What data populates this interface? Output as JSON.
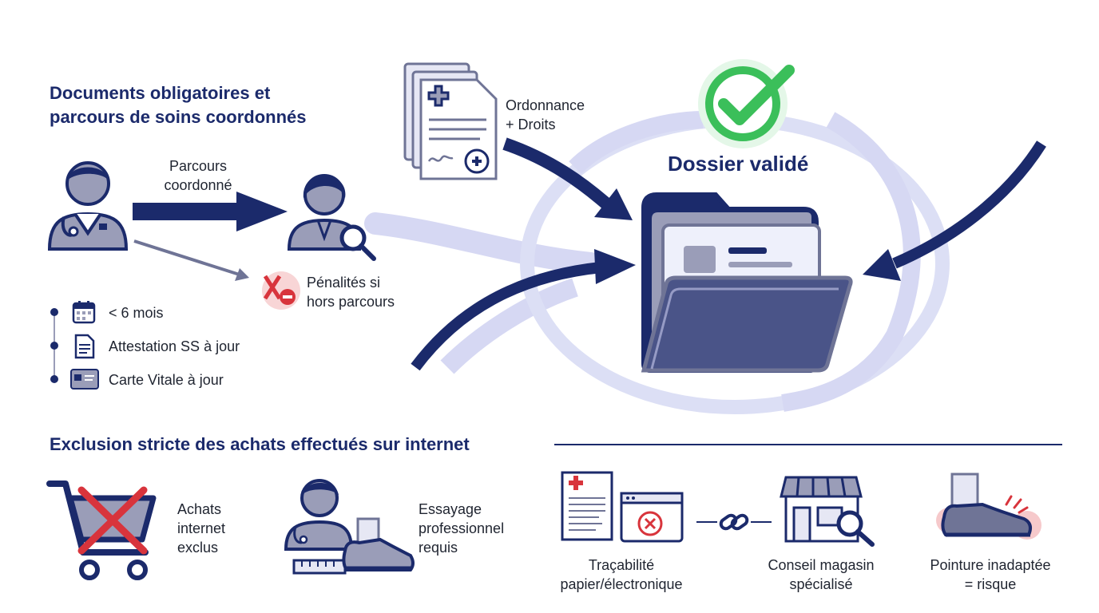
{
  "section1": {
    "title_line1": "Documents obligatoires et",
    "title_line2": "parcours de soins coordonnés",
    "path_label_line1": "Parcours",
    "path_label_line2": "coordonné",
    "penalty_line1": "Pénalités si",
    "penalty_line2": "hors parcours",
    "checklist": [
      {
        "icon": "calendar-icon",
        "label": "< 6 mois"
      },
      {
        "icon": "document-icon",
        "label": "Attestation SS à jour"
      },
      {
        "icon": "card-icon",
        "label": "Carte Vitale à jour"
      }
    ],
    "prescription_line1": "Ordonnance",
    "prescription_line2": "+ Droits",
    "validated": "Dossier validé"
  },
  "section2": {
    "title": "Exclusion stricte des achats effectués sur internet",
    "internet_line1": "Achats",
    "internet_line2": "internet",
    "internet_line3": "exclus",
    "fitting_line1": "Essayage",
    "fitting_line2": "professionnel",
    "fitting_line3": "requis",
    "trace_line1": "Traçabilité",
    "trace_line2": "papier/électronique",
    "store_line1": "Conseil magasin",
    "store_line2": "spécialisé",
    "size_line1": "Pointure inadaptée",
    "size_line2": "= risque"
  },
  "colors": {
    "navy": "#1b2a6b",
    "lavender": "#c9cbef",
    "green": "#3bbf5a",
    "red": "#d8343c"
  }
}
